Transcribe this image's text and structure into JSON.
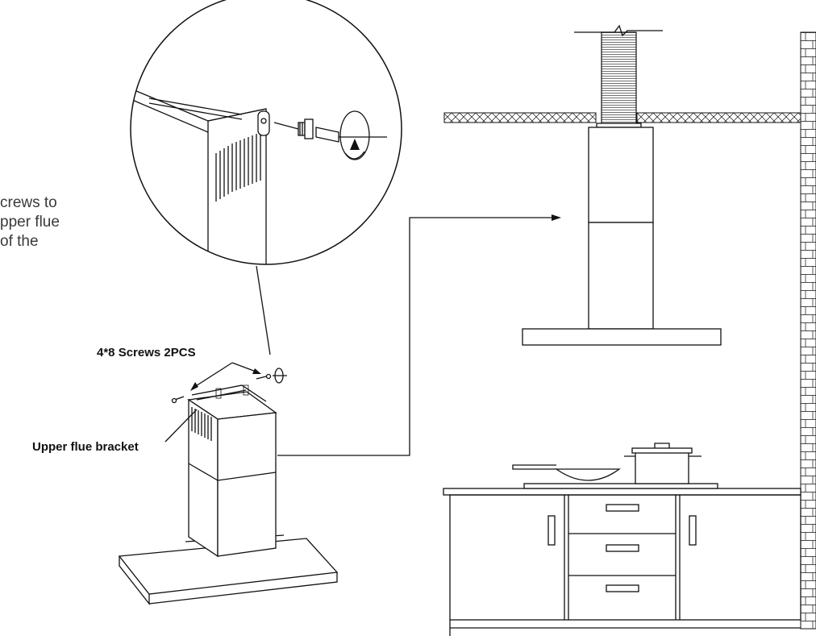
{
  "instruction": {
    "lines": [
      "crews to",
      "pper flue",
      "of the"
    ]
  },
  "labels": {
    "screws": "4*8 Screws 2PCS",
    "bracket": "Upper flue bracket"
  },
  "icons": [
    "screw-icon",
    "screwdriver-icon",
    "rotate-arrow-icon"
  ]
}
